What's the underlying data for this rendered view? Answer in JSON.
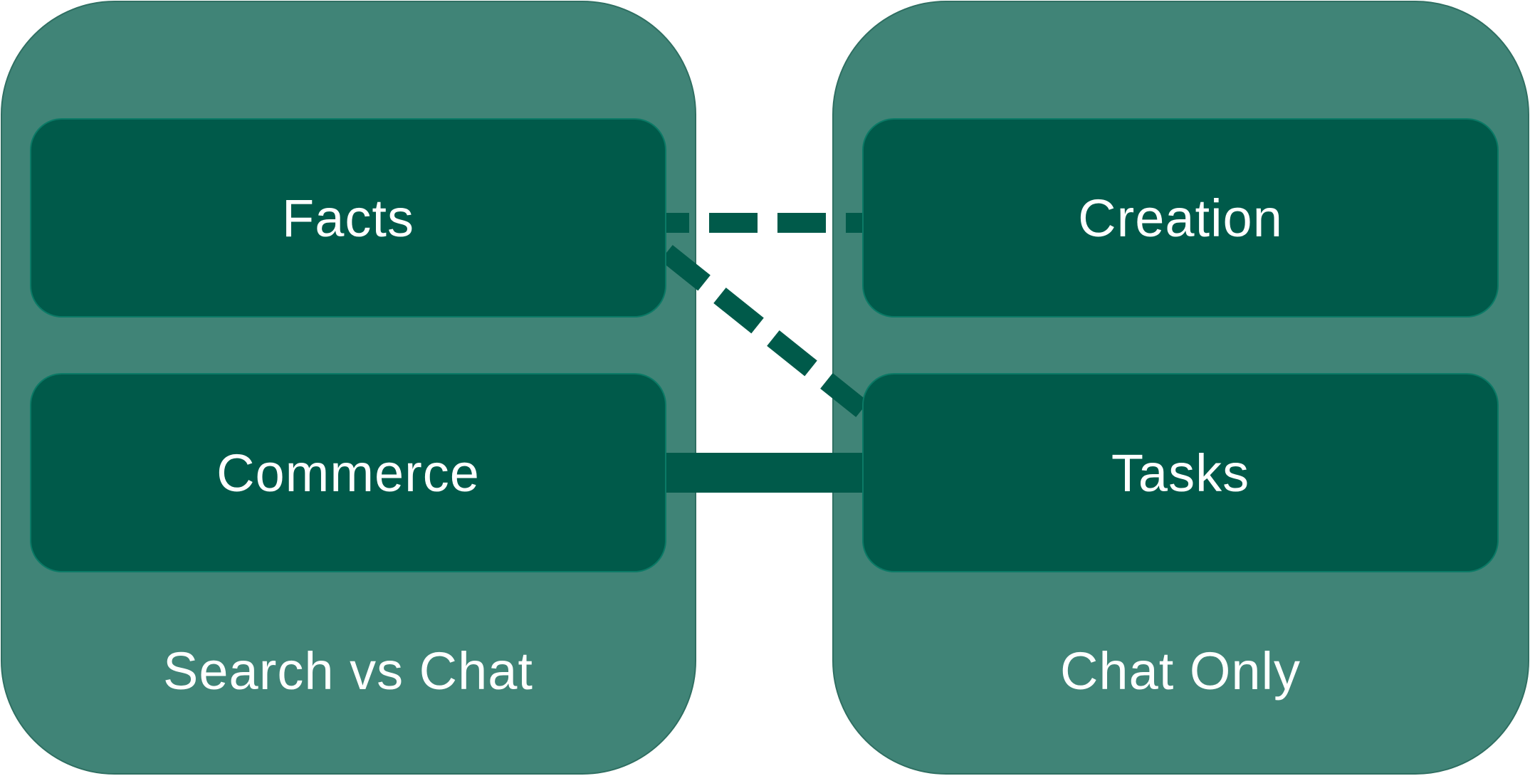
{
  "groups": {
    "left": {
      "label": "Search vs Chat",
      "items": [
        "Facts",
        "Commerce"
      ]
    },
    "right": {
      "label": "Chat Only",
      "items": [
        "Creation",
        "Tasks"
      ]
    }
  },
  "connections": [
    {
      "from": "Facts",
      "to": "Creation",
      "style": "dashed"
    },
    {
      "from": "Facts",
      "to": "Tasks",
      "style": "dashed"
    },
    {
      "from": "Commerce",
      "to": "Tasks",
      "style": "solid"
    }
  ],
  "colors": {
    "group_fill": "#408477",
    "box_fill": "#005a4a",
    "connector": "#005a4a",
    "text": "#ffffff"
  }
}
